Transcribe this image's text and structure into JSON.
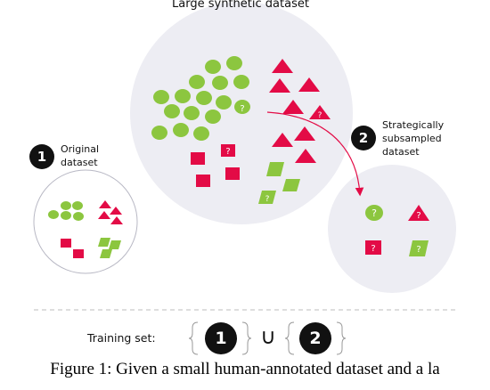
{
  "title": "Large synthetic dataset",
  "original": {
    "badge": "1",
    "label": "Original\ndataset"
  },
  "subsampled": {
    "badge": "2",
    "label": "Strategically\nsubsampled\ndataset"
  },
  "training": {
    "label": "Training set:",
    "left_badge": "1",
    "right_badge": "2",
    "union": "∪"
  },
  "caption": "Figure 1: Given a small human-annotated dataset and a la",
  "colors": {
    "green": "#8cc63f",
    "red": "#e30b46",
    "circle_bg": "#ededf3",
    "dark": "#111111"
  },
  "question_mark": "?"
}
